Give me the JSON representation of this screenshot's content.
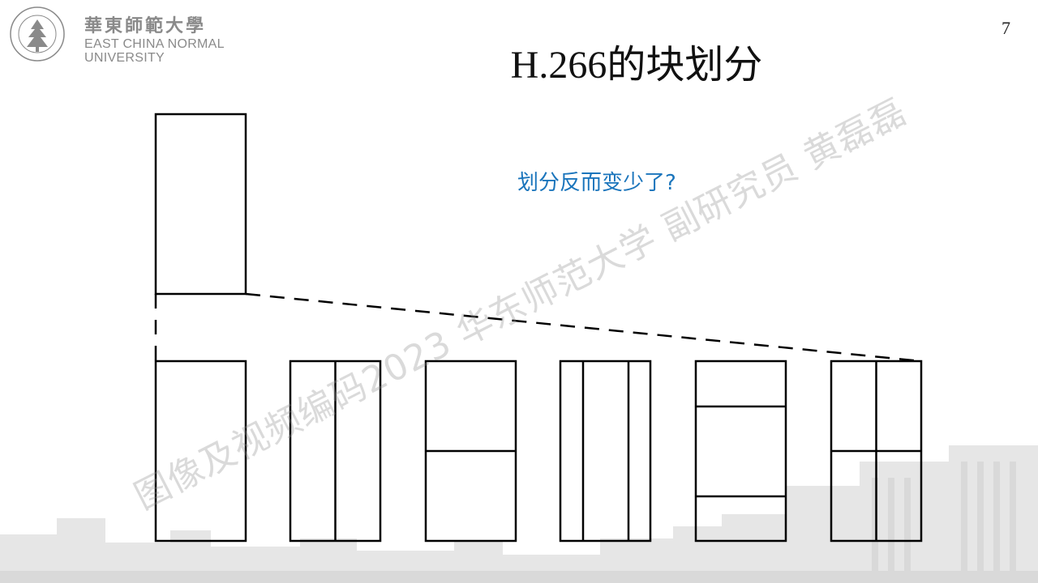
{
  "header": {
    "logo_cn": "華東師範大學",
    "logo_en_line1": "EAST CHINA NORMAL",
    "logo_en_line2": "UNIVERSITY",
    "page_number": "7"
  },
  "slide": {
    "title": "H.266的块划分",
    "question": "划分反而变少了?",
    "watermark": "图像及视频编码2023 华东师范大学 副研究员 黄磊磊"
  },
  "diagram": {
    "partitions": [
      "none",
      "binary-vertical",
      "binary-horizontal",
      "ternary-vertical",
      "ternary-horizontal",
      "quad"
    ]
  },
  "colors": {
    "question": "#1b75bc",
    "logo": "#8a8a8a",
    "line": "#000000"
  }
}
